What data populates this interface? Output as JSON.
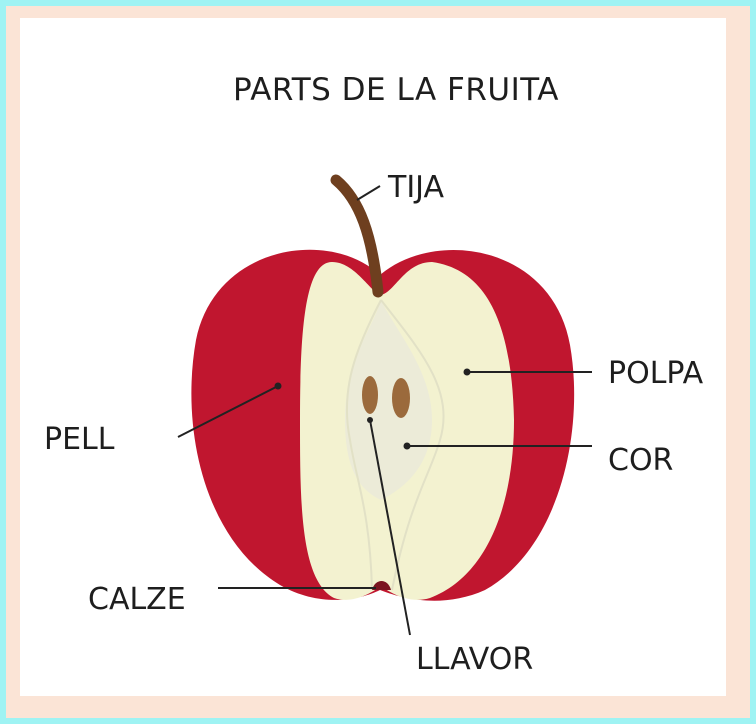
{
  "title": "PARTS DE LA FRUITA",
  "labels": {
    "stem": "TIJA",
    "pulp": "POLPA",
    "core": "COR",
    "skin": "PELL",
    "calyx": "CALZE",
    "seed": "LLAVOR"
  },
  "colors": {
    "outer_border": "#9ff3f3",
    "frame": "#fbe4d6",
    "skin": "#c0162f",
    "flesh": "#f3f2d0",
    "core": "#ecebd8",
    "seed": "#9b6a3c",
    "stem": "#6e3f1f"
  }
}
